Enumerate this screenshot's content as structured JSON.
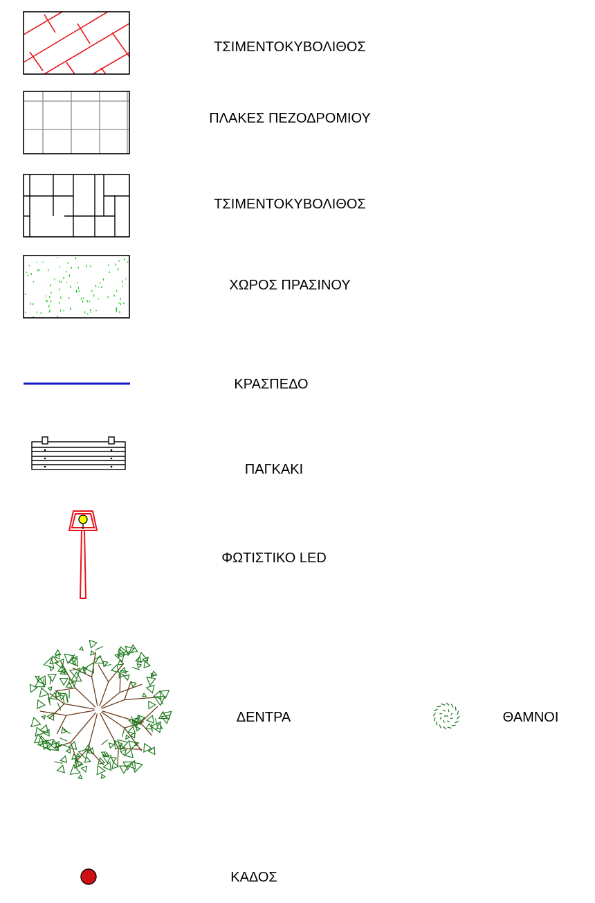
{
  "legend": {
    "items": [
      {
        "id": "paving-red",
        "label": "ΤΣΙΜΕΝΤΟΚΥΒΟΛΙΘΟΣ",
        "symbol": "red-diagonal-brick-hatch",
        "color": "#e8141b"
      },
      {
        "id": "sidewalk",
        "label": "ΠΛΑΚΕΣ ΠΕΖΟΔΡΟΜΙΟΥ",
        "symbol": "grey-grid-hatch",
        "color": "#8c8c8c"
      },
      {
        "id": "paving-black",
        "label": "ΤΣΙΜΕΝΤΟΚΥΒΟΛΙΘΟΣ",
        "symbol": "black-block-hatch",
        "color": "#000000"
      },
      {
        "id": "green-area",
        "label": "ΧΩΡΟΣ ΠΡΑΣΙΝΟΥ",
        "symbol": "green-dot-hatch",
        "color": "#16c216"
      },
      {
        "id": "curb",
        "label": "ΚΡΑΣΠΕΔΟ",
        "symbol": "blue-line",
        "color": "#1414c8"
      },
      {
        "id": "bench",
        "label": "ΠΑΓΚΑΚΙ",
        "symbol": "bench-plan"
      },
      {
        "id": "led-light",
        "label": "ΦΩΤΙΣΤΙΚΟ LED",
        "symbol": "street-lamp",
        "color": "#e8141b",
        "accent": "#ffff00"
      },
      {
        "id": "trees",
        "label": "ΔΕΝΤΡΑ",
        "symbol": "tree-plan",
        "color": "#1f7a1f",
        "accent": "#6b3a1a"
      },
      {
        "id": "shrubs",
        "label": "ΘΑΜΝΟΙ",
        "symbol": "shrub-plan",
        "color": "#1f7a1f"
      },
      {
        "id": "bin",
        "label": "ΚΑΔΟΣ",
        "symbol": "bin-plan",
        "color": "#e8141b"
      }
    ]
  }
}
